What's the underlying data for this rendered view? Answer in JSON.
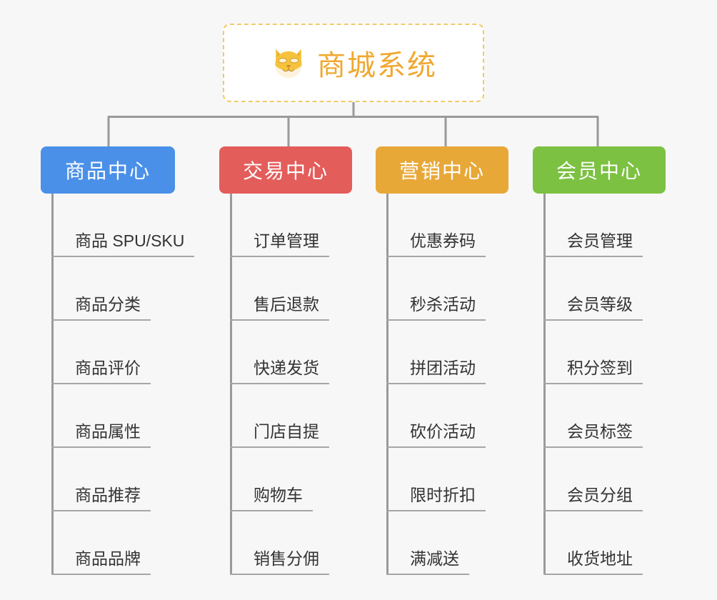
{
  "canvas": {
    "background_color": "#f7f7f7",
    "line_color": "#9a9a9a",
    "leaf_line_color": "#a6a6a6",
    "leaf_text_color": "#333333"
  },
  "root": {
    "title": "商城系统",
    "logo_icon": "shiba-dog-face-icon",
    "text_color": "#f0a830",
    "border_color": "#f3c969",
    "background_color": "#ffffff"
  },
  "branches": [
    {
      "label": "商品中心",
      "color": "#4a90e8",
      "items": [
        "商品 SPU/SKU",
        "商品分类",
        "商品评价",
        "商品属性",
        "商品推荐",
        "商品品牌"
      ]
    },
    {
      "label": "交易中心",
      "color": "#e35d5b",
      "items": [
        "订单管理",
        "售后退款",
        "快递发货",
        "门店自提",
        "购物车",
        "销售分佣"
      ]
    },
    {
      "label": "营销中心",
      "color": "#e8a838",
      "items": [
        "优惠券码",
        "秒杀活动",
        "拼团活动",
        "砍价活动",
        "限时折扣",
        "满减送"
      ]
    },
    {
      "label": "会员中心",
      "color": "#7cc142",
      "items": [
        "会员管理",
        "会员等级",
        "积分签到",
        "会员标签",
        "会员分组",
        "收货地址"
      ]
    }
  ]
}
